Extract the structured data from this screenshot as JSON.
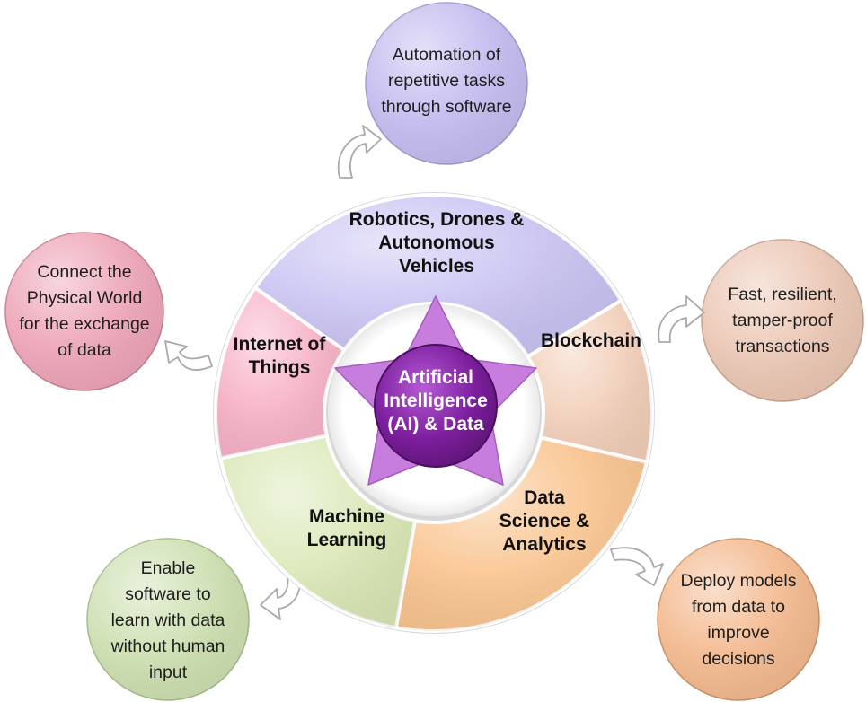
{
  "center": {
    "label": "Artificial\nIntelligence\n(AI) & Data"
  },
  "segments": [
    {
      "id": "robotics",
      "label": "Robotics, Drones &\nAutonomous\nVehicles",
      "color": "#c9c3f2"
    },
    {
      "id": "blockchain",
      "label": "Blockchain",
      "color": "#f2cfb9"
    },
    {
      "id": "data-science",
      "label": "Data\nScience &\nAnalytics",
      "color": "#f9c48f"
    },
    {
      "id": "machine-learning",
      "label": "Machine\nLearning",
      "color": "#d9e8b6"
    },
    {
      "id": "iot",
      "label": "Internet of\nThings",
      "color": "#f7b1c7"
    }
  ],
  "outcomes": [
    {
      "id": "robotics",
      "label": "Automation of\nrepetitive tasks\nthrough software",
      "color": "#c3bbef"
    },
    {
      "id": "blockchain",
      "label": "Fast, resilient,\ntamper-proof\ntransactions",
      "color": "#ebc6b3"
    },
    {
      "id": "data-science",
      "label": "Deploy models\nfrom data to\nimprove\ndecisions",
      "color": "#f3b88d"
    },
    {
      "id": "machine-learning",
      "label": "Enable\nsoftware to\nlearn with data\nwithout human\ninput",
      "color": "#cddfb0"
    },
    {
      "id": "iot",
      "label": "Connect the\nPhysical World\nfor the exchange\nof data",
      "color": "#eda4b6"
    }
  ]
}
